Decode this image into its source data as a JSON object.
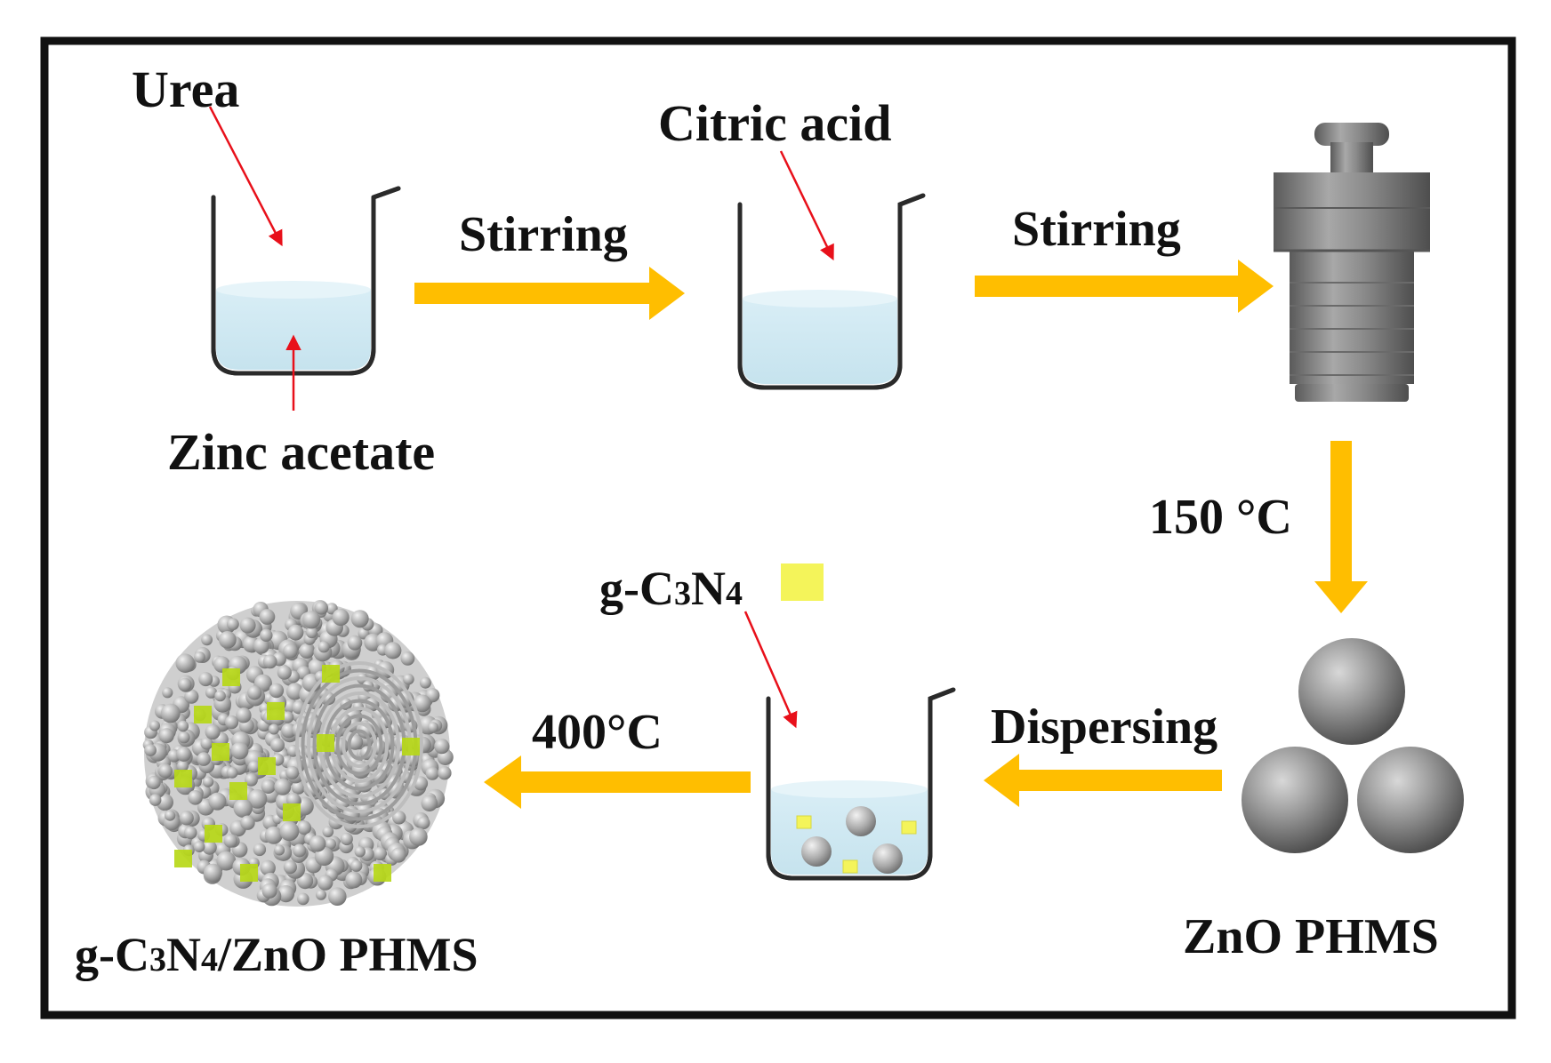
{
  "colors": {
    "frame": "#111111",
    "flow_arrow": "#FFBE00",
    "pointer_arrow": "#E8101A",
    "liquid": "#CDE8F2",
    "g_c3n4": "#F4F45A",
    "g_c3n4_dark": "#B7D818",
    "zno": "#8A8A8A"
  },
  "labels": {
    "urea": "Urea",
    "zinc_acetate": "Zinc acetate",
    "citric_acid": "Citric acid",
    "stirring_1": "Stirring",
    "stirring_2": "Stirring",
    "temp_150": "150 °C",
    "zno_phms": "ZnO PHMS",
    "dispersing": "Dispersing",
    "temp_400": "400°C",
    "gc3n4": {
      "g": "g-C",
      "n3": "3",
      "n": "N",
      "n4": "4"
    },
    "product": {
      "g": "g-C",
      "n3": "3",
      "n": "N",
      "n4": "4",
      "rest": "/ZnO PHMS"
    }
  },
  "icons": {
    "beakers": [
      "beaker-icon",
      "beaker-icon",
      "beaker-icon"
    ],
    "autoclave": "autoclave-icon",
    "spheres": "zno-spheres-icon",
    "composite": "composite-sphere-icon"
  }
}
